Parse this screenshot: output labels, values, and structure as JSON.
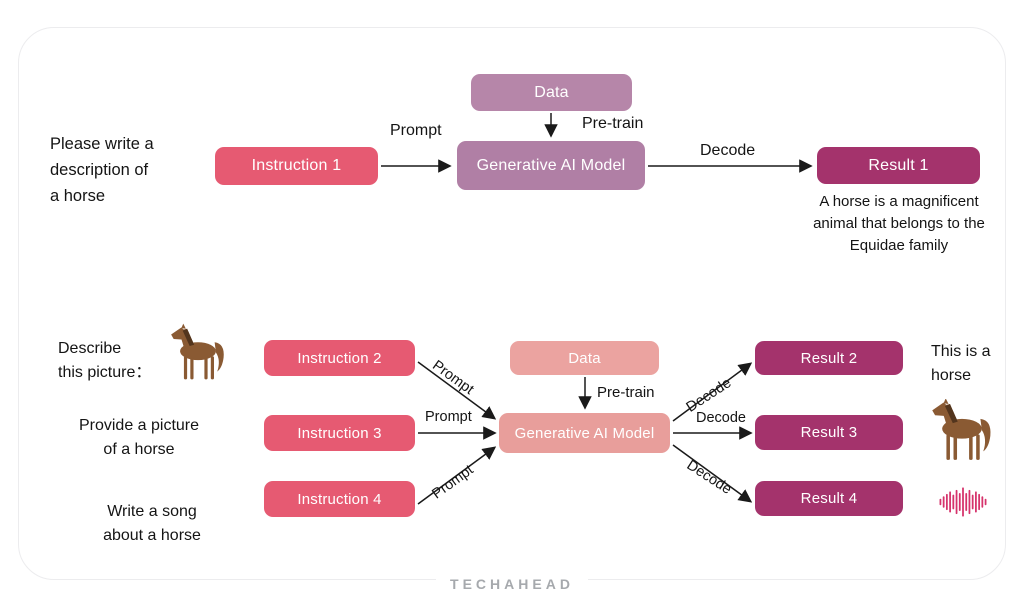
{
  "brand": {
    "logo_text": "TECHAHEAD"
  },
  "colors": {
    "instruction": "#e65a72",
    "data_top": "#b686a9",
    "model_top": "#b07fa5",
    "result": "#a4336c",
    "data_bottom": "#eba3a0",
    "model_bottom": "#e89e9b",
    "arrow": "#1a1a1a",
    "waveform": "#d6336c",
    "logo": "#a6a9ad",
    "horse_body": "#8a5a33"
  },
  "top_flow": {
    "left_prompt_text": "Please write a\ndescription of\na horse",
    "instruction_label": "Instruction 1",
    "prompt_label": "Prompt",
    "data_label": "Data",
    "pretrain_label": "Pre-train",
    "model_label": "Generative AI Model",
    "decode_label": "Decode",
    "result_label": "Result 1",
    "result_text": "A horse is a magnificent\nanimal that belongs to  the\nEquidae family"
  },
  "bottom_flow": {
    "prompt_texts": [
      "Describe\nthis picture：",
      "Provide a picture\nof a horse",
      "Write a song\nabout a horse"
    ],
    "instructions": [
      "Instruction 2",
      "Instruction 3",
      "Instruction 4"
    ],
    "prompt_labels": [
      "Prompt",
      "Prompt",
      "Prompt"
    ],
    "data_label": "Data",
    "pretrain_label": "Pre-train",
    "model_label": "Generative AI Model",
    "decode_labels": [
      "Decode",
      "Decode",
      "Decode"
    ],
    "results": [
      "Result 2",
      "Result 3",
      "Result 4"
    ],
    "output_text": "This is a\nhorse"
  }
}
